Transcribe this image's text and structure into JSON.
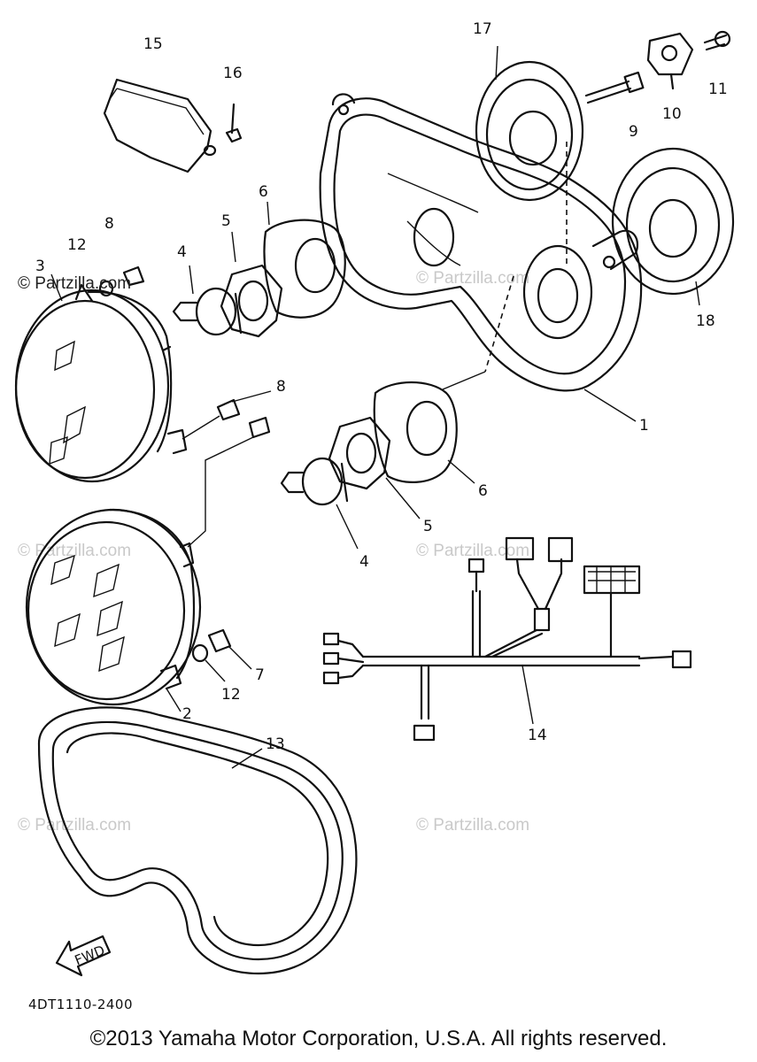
{
  "diagram": {
    "callouts": {
      "c1": "1",
      "c2": "2",
      "c3": "3",
      "c4a": "4",
      "c4b": "4",
      "c5a": "5",
      "c5b": "5",
      "c6a": "6",
      "c6b": "6",
      "c7": "7",
      "c8a": "8",
      "c8b": "8",
      "c9": "9",
      "c10": "10",
      "c11": "11",
      "c12a": "12",
      "c12b": "12",
      "c13": "13",
      "c14": "14",
      "c15": "15",
      "c16": "16",
      "c17": "17",
      "c18": "18"
    },
    "fwd_label": "FWD",
    "drawing_code": "4DT1110-2400",
    "watermarks": {
      "main": "© Partzilla.com",
      "repeat": "© Partzilla.com"
    }
  },
  "copyright": "©2013 Yamaha Motor Corporation, U.S.A. All rights reserved."
}
